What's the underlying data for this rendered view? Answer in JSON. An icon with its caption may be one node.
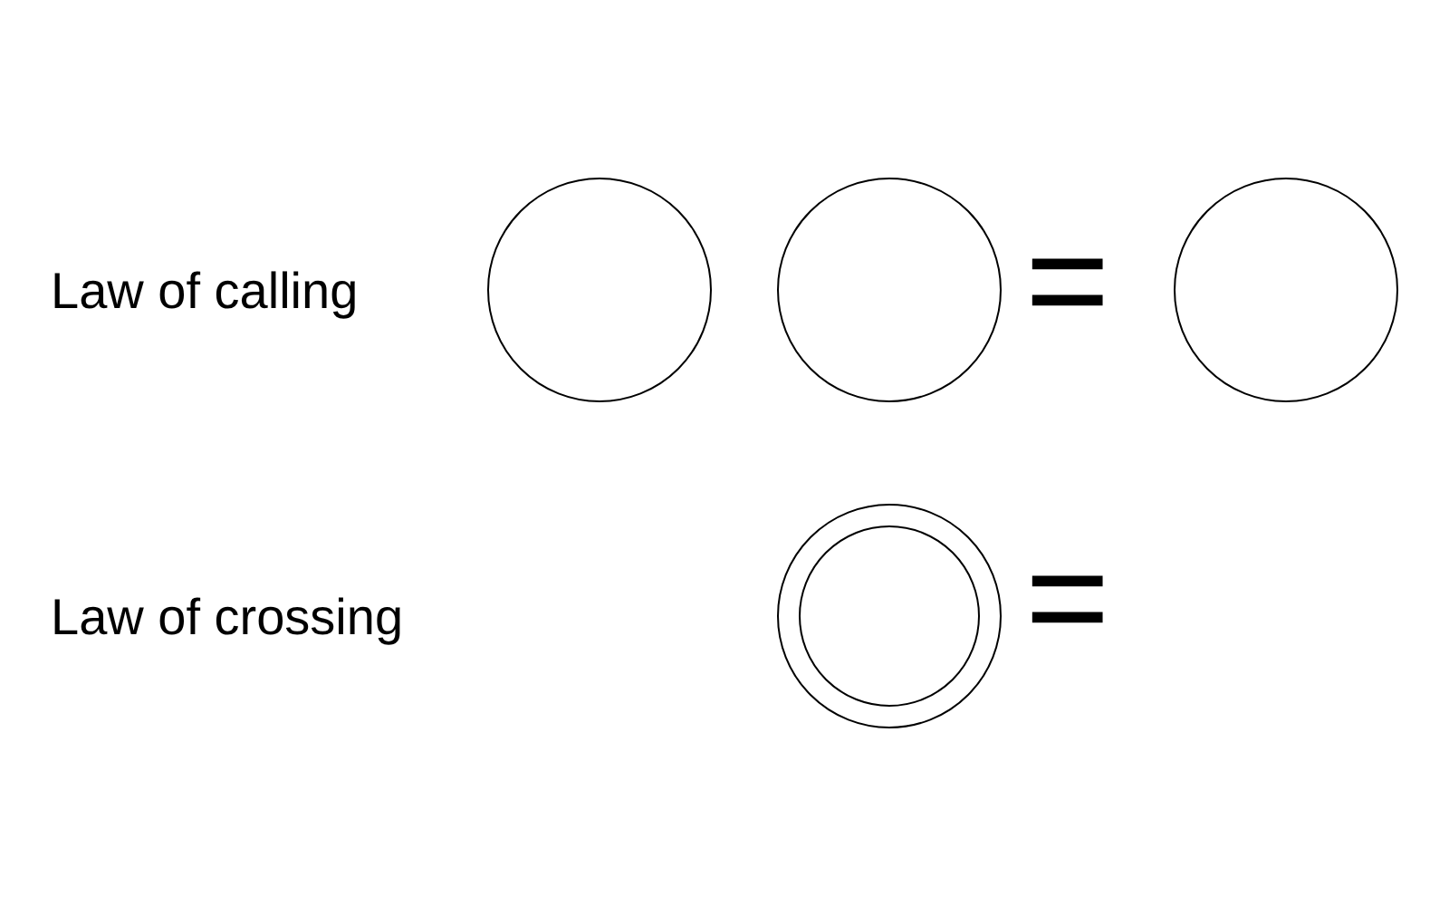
{
  "diagram": {
    "nodes": [
      {
        "text": [],
        "shape": "circle"
      },
      {
        "text": [],
        "shape": "circle"
      },
      {
        "text": [],
        "shape": "circle"
      },
      {
        "text": [],
        "shape": "circle"
      },
      {
        "text": [],
        "shape": "circle",
        "in": 3
      }
    ],
    "labels": [
      "Law of calling",
      "=",
      "Law of crossing",
      "="
    ]
  }
}
